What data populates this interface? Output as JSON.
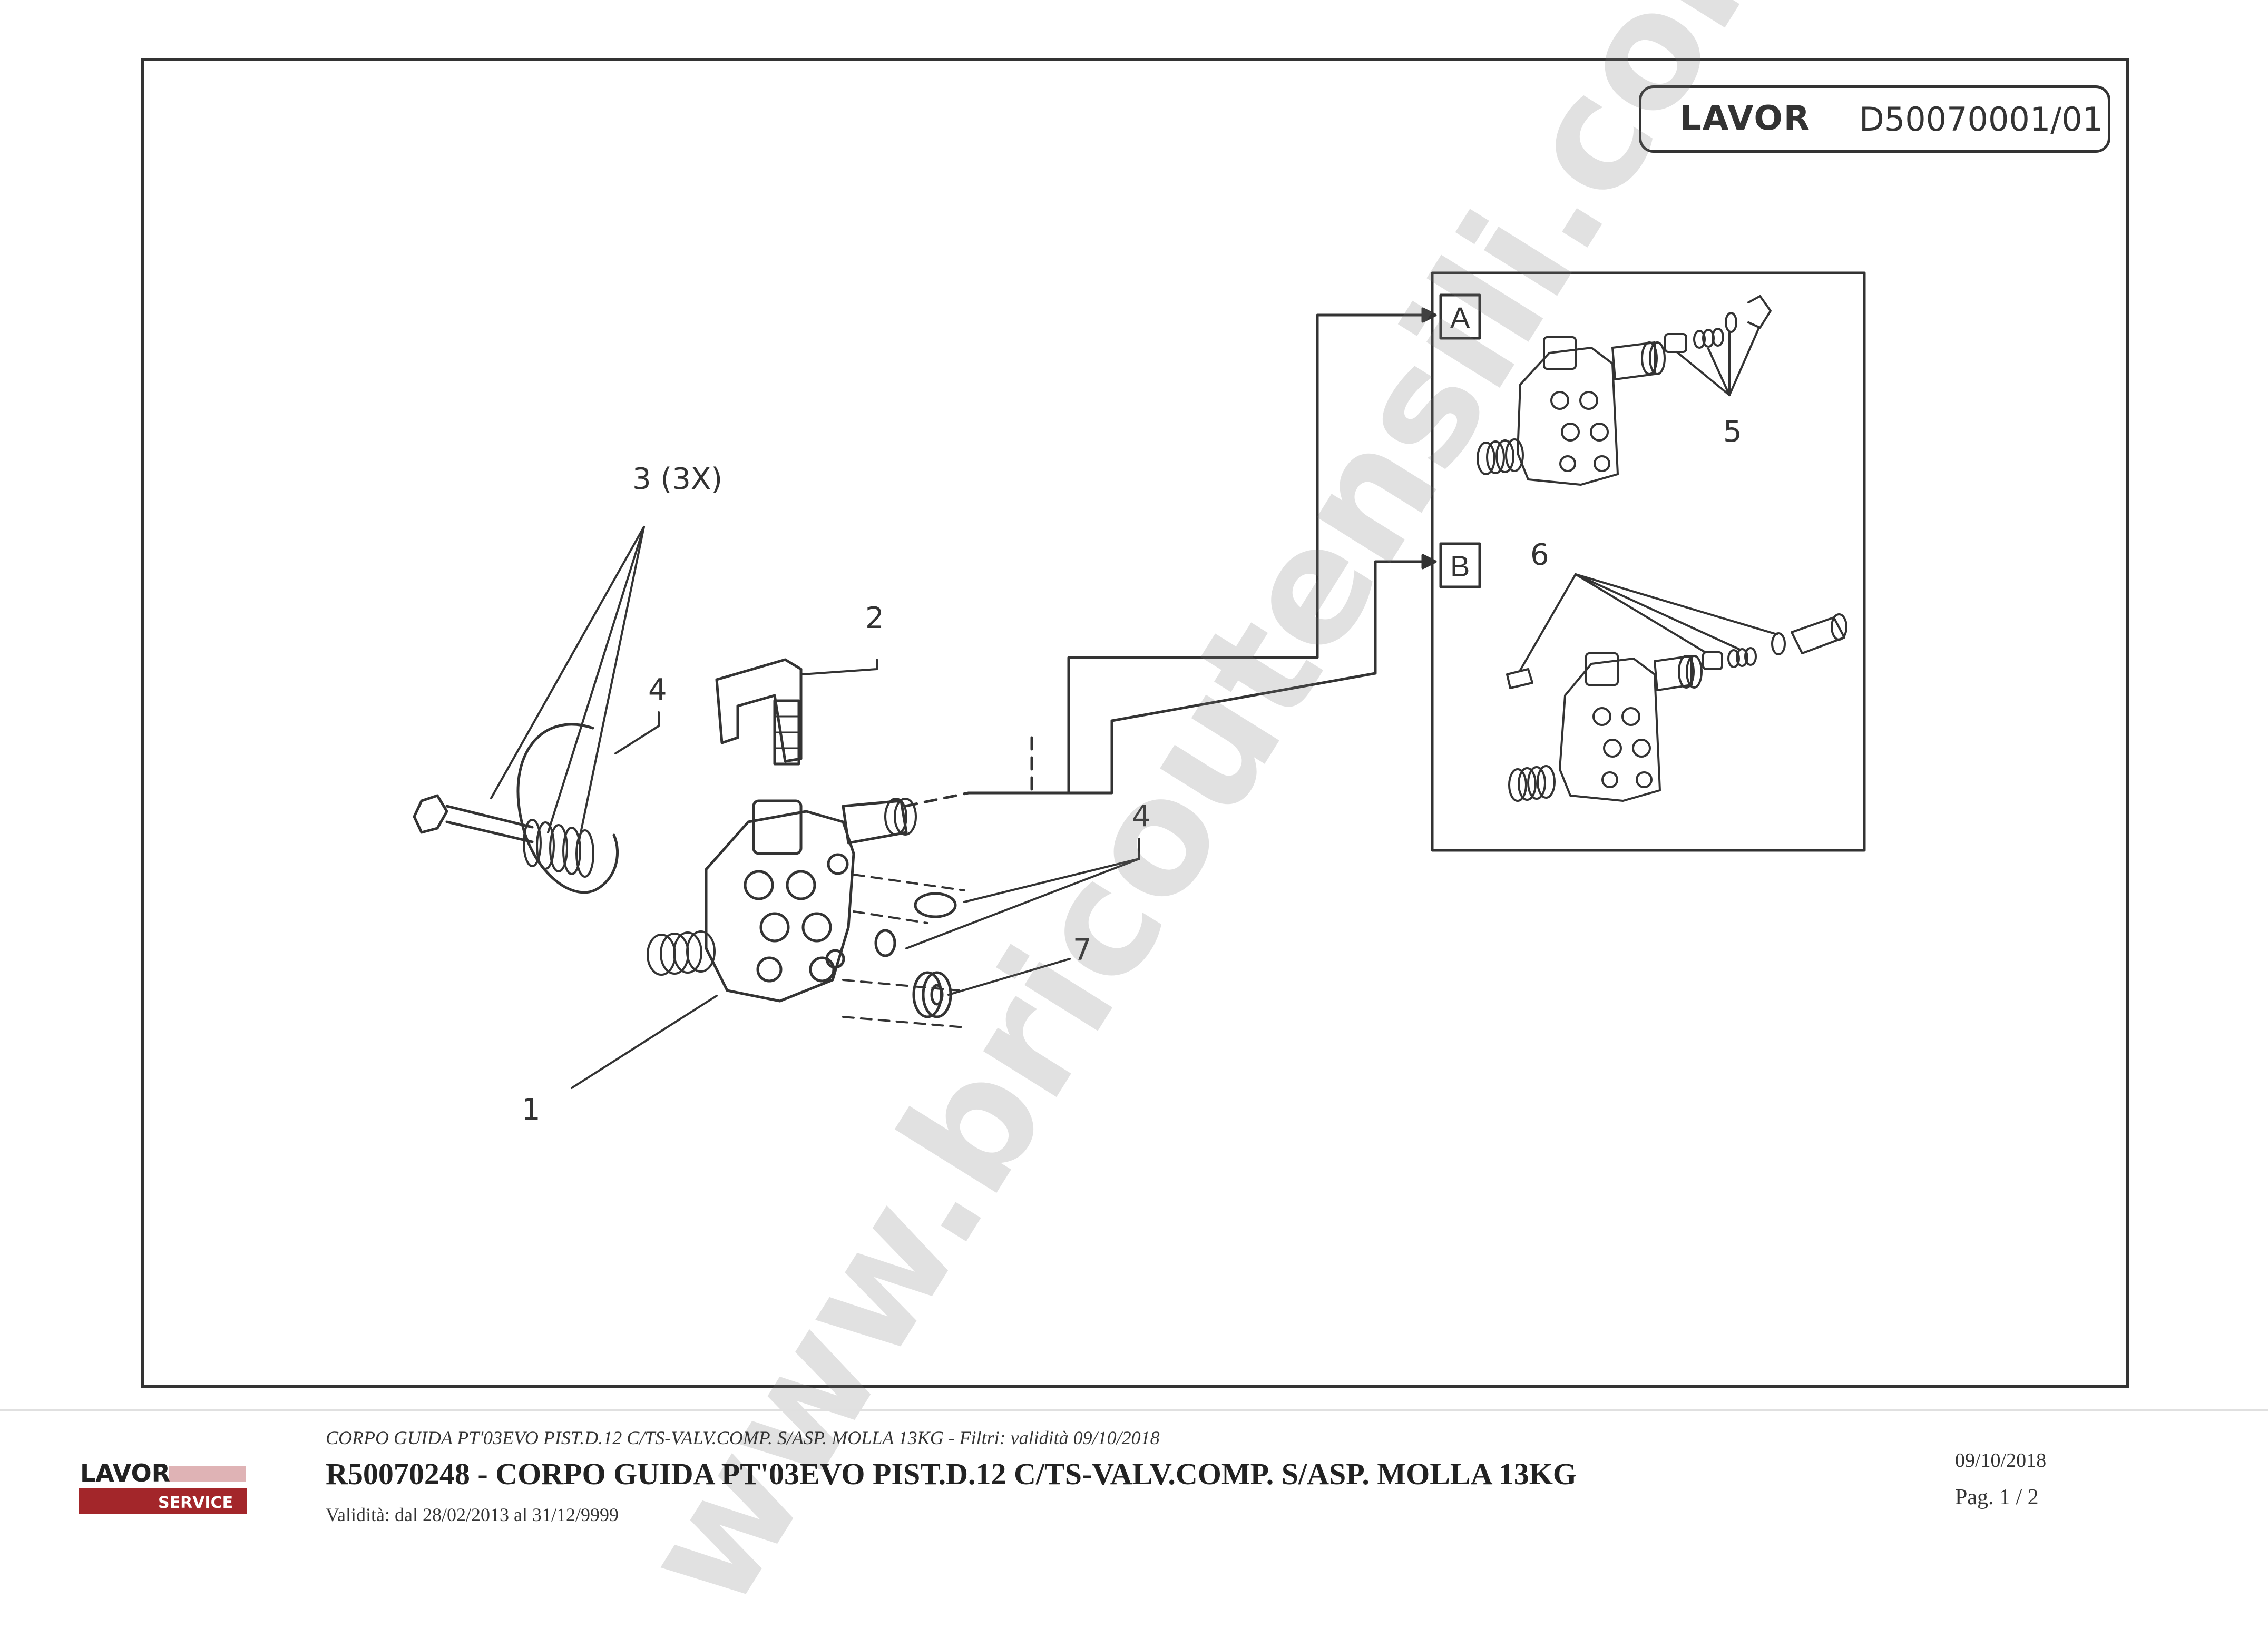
{
  "header": {
    "brand": "LAVOR",
    "doc_code": "D50070001/01"
  },
  "callouts": {
    "part_1": "1",
    "part_2": "2",
    "part_3": "3 (3X)",
    "part_4a": "4",
    "part_4b": "4",
    "part_5": "5",
    "part_6": "6",
    "part_7": "7",
    "variant_a": "A",
    "variant_b": "B"
  },
  "footer": {
    "logo_brand": "LAVOR",
    "logo_sub": "SERVICE",
    "subtitle": "CORPO GUIDA PT'03EVO PIST.D.12 C/TS-VALV.COMP. S/ASP. MOLLA 13KG - Filtri: validità 09/10/2018",
    "title": "R50070248 - CORPO GUIDA PT'03EVO PIST.D.12 C/TS-VALV.COMP. S/ASP. MOLLA 13KG",
    "validity": "Validità: dal 28/02/2013 al 31/12/9999",
    "date": "09/10/2018",
    "page": "Pag. 1 / 2"
  },
  "watermark": "www.bricoutensili.com",
  "colors": {
    "line": "#333333",
    "logo_red": "#a3262a",
    "watermark": "#bbbbbb"
  }
}
